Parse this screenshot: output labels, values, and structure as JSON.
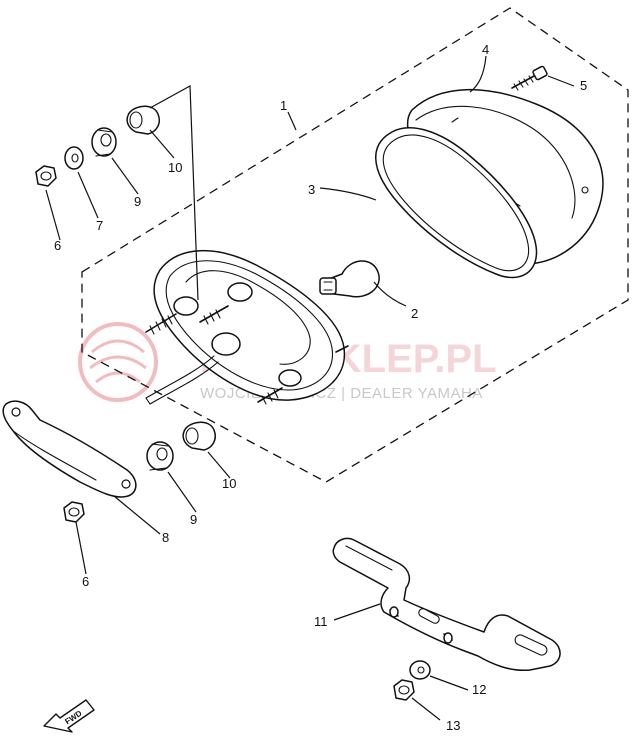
{
  "diagram": {
    "callouts": {
      "c1": "1",
      "c2": "2",
      "c3": "3",
      "c4": "4",
      "c5": "5",
      "c6a": "6",
      "c6b": "6",
      "c7": "7",
      "c8": "8",
      "c9a": "9",
      "c9b": "9",
      "c10a": "10",
      "c10b": "10",
      "c11": "11",
      "c12": "12",
      "c13": "13"
    },
    "fwd_label": "FWD"
  },
  "watermark": {
    "main": "YAMASKLEP.PL",
    "sub": "WOJCIECHOWICZ | DEALER YAMAHA"
  }
}
